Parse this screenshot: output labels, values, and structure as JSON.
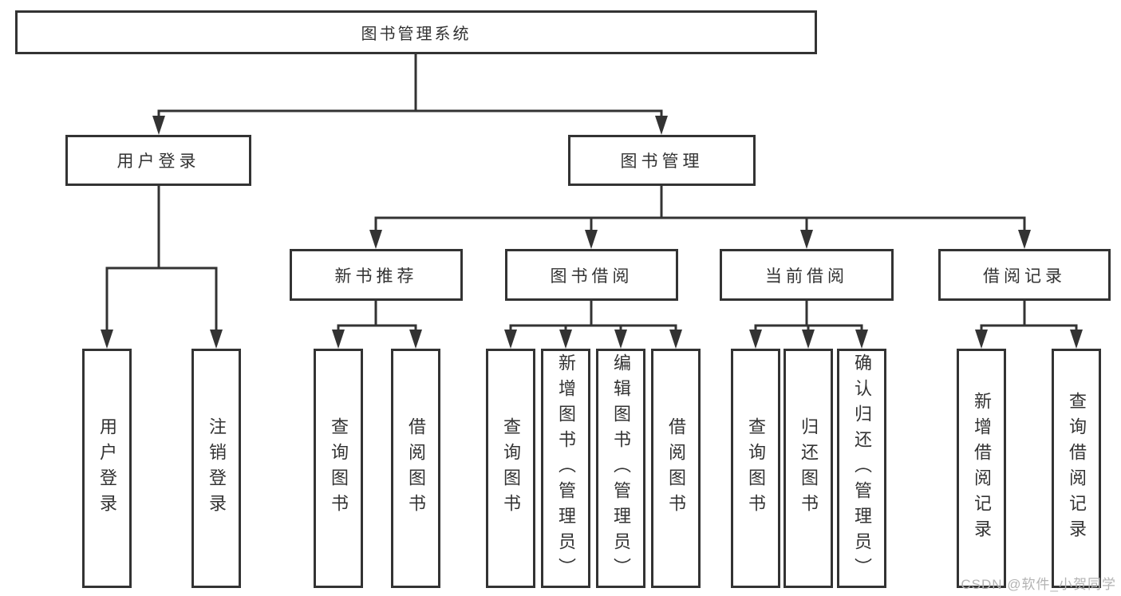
{
  "tree": {
    "root": {
      "label": "图书管理系统"
    },
    "branches": [
      {
        "label": "用户登录",
        "children": [
          {
            "label": "用户登录"
          },
          {
            "label": "注销登录"
          }
        ]
      },
      {
        "label": "图书管理",
        "children": [
          {
            "label": "新书推荐",
            "children": [
              {
                "label": "查询图书"
              },
              {
                "label": "借阅图书"
              }
            ]
          },
          {
            "label": "图书借阅",
            "children": [
              {
                "label": "查询图书"
              },
              {
                "label": "新增图书（管理员）"
              },
              {
                "label": "编辑图书（管理员）"
              },
              {
                "label": "借阅图书"
              }
            ]
          },
          {
            "label": "当前借阅",
            "children": [
              {
                "label": "查询图书"
              },
              {
                "label": "归还图书"
              },
              {
                "label": "确认归还（管理员）"
              }
            ]
          },
          {
            "label": "借阅记录",
            "children": [
              {
                "label": "新增借阅记录"
              },
              {
                "label": "查询借阅记录"
              }
            ]
          }
        ]
      }
    ]
  },
  "watermark": {
    "text": "CSDN @软件_小贺同学"
  },
  "colors": {
    "line": "#333333",
    "text": "#333333",
    "background": "#ffffff",
    "watermark": "#b3b3b3"
  }
}
